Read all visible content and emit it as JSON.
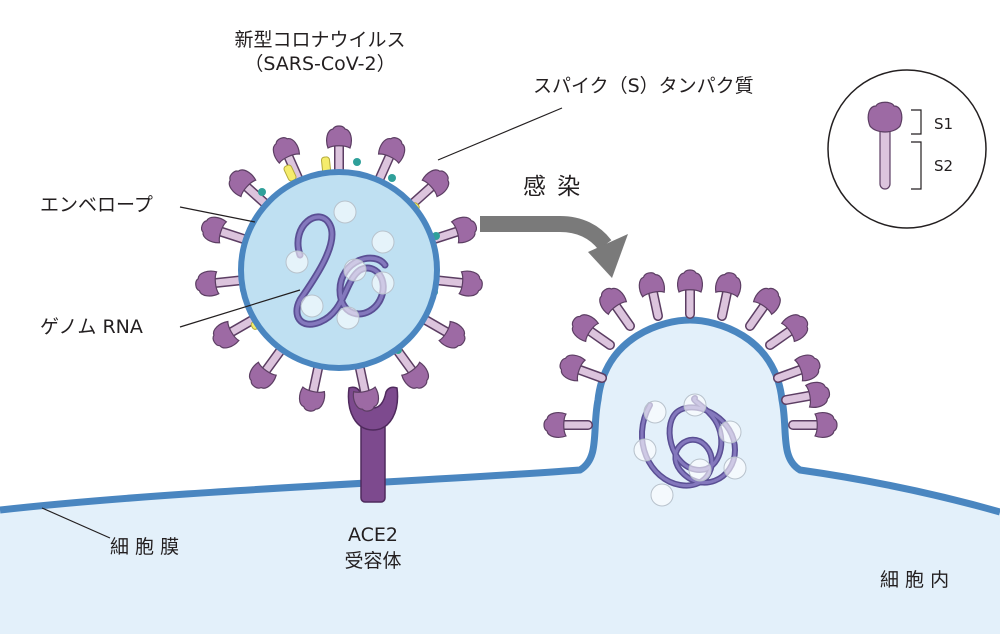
{
  "virus_title": "新型コロナウイルス",
  "virus_subtitle": "（SARS-CoV-2）",
  "spike_label": "スパイク（S）タンパク質",
  "envelope_label": "エンベロープ",
  "genome_label": "ゲノム RNA",
  "infection_label": "感 染",
  "membrane_label": "細 胞 膜",
  "receptor_name": "ACE2",
  "receptor_label": "受容体",
  "intracellular_label": "細 胞 内",
  "inset_s1": "S1",
  "inset_s2": "S2",
  "colors": {
    "envelope_blue": "#4a86c0",
    "virus_fill": "#bfe0f2",
    "cell_fill": "#e3f0fa",
    "spike_head": "#9d6aa4",
    "spike_stalk": "#dcc4dd",
    "rna": "#6a5ea5",
    "receptor": "#7d4a8e",
    "arrow": "#7a7a7a",
    "protein_yellow": "#f5ec6c",
    "protein_teal": "#2fa09a"
  }
}
